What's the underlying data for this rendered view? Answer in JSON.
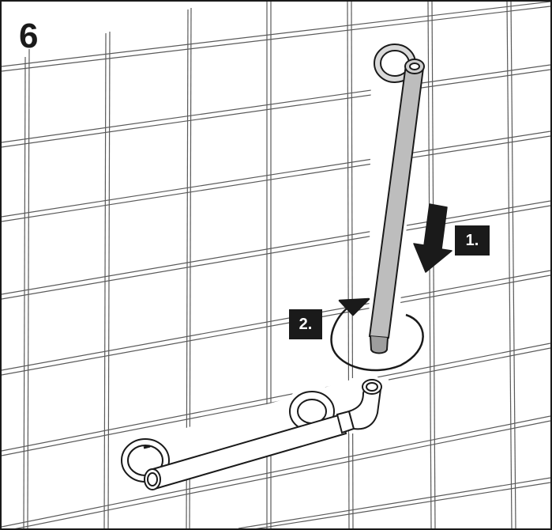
{
  "step": {
    "number": "6"
  },
  "callouts": {
    "first": "1.",
    "second": "2."
  },
  "icons": {
    "down_arrow": "arrow-down-icon",
    "rotate_arrow": "rotate-arrow-icon"
  },
  "colors": {
    "line": "#1a1a1a",
    "tile_grout": "#555555",
    "bar_fill": "#bdbdbd",
    "callout_bg": "#1a1a1a",
    "callout_text": "#ffffff"
  }
}
